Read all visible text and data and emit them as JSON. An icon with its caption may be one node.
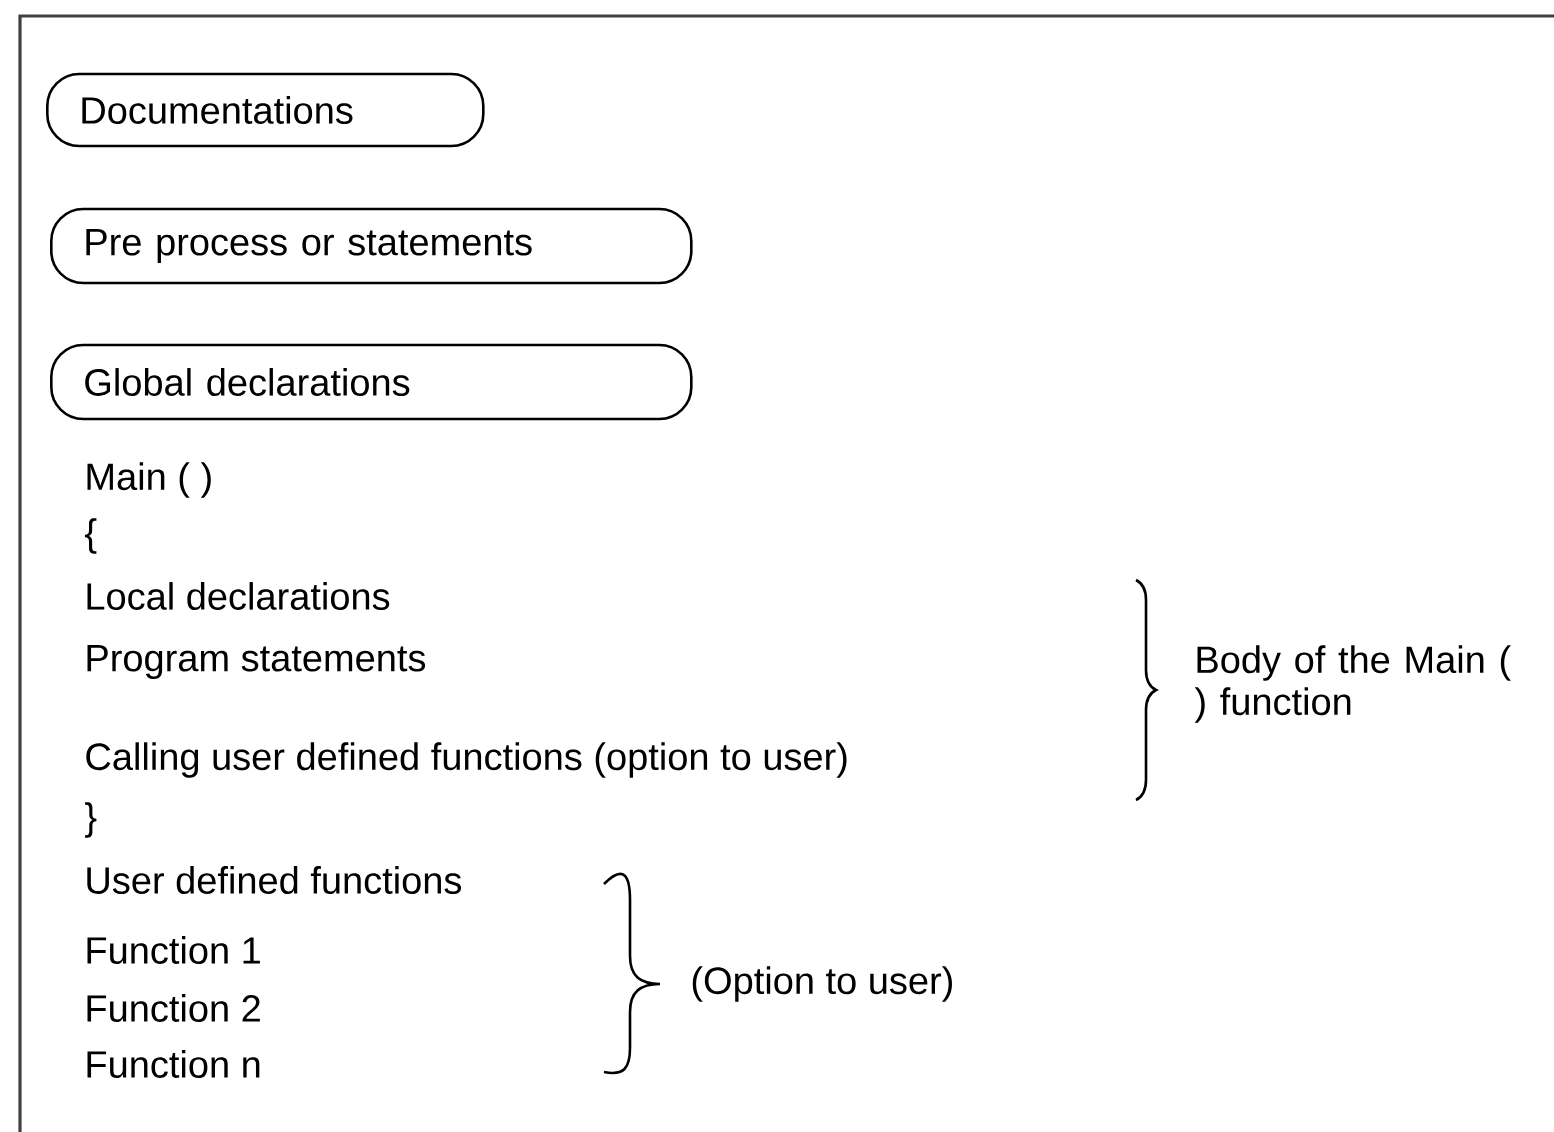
{
  "diagram": {
    "nodes": [
      {
        "text": [
          "Documentations"
        ]
      },
      {
        "text": [
          "Pre process or statements"
        ]
      },
      {
        "text": [
          "Global declarations"
        ]
      }
    ],
    "edges": [],
    "labels": [
      "Main ( )",
      "{",
      "Local declarations",
      "Program statements",
      "Body of the Main ( ) function",
      "Calling user defined functions (option to user)",
      "}",
      "User defined functions",
      "Function 1",
      "Function 2",
      "(Option to user)",
      "Function n"
    ]
  }
}
